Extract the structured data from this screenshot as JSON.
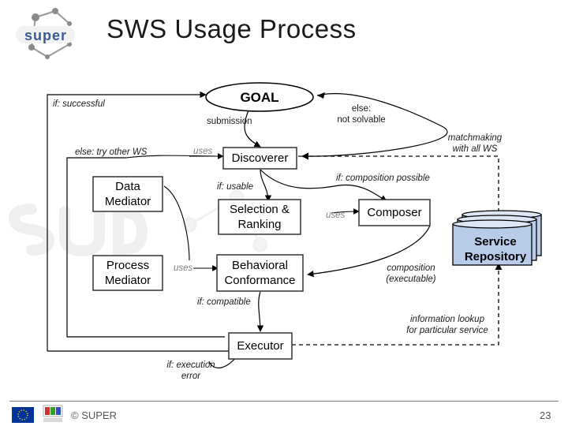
{
  "title": "SWS Usage Process",
  "logo_text": "super",
  "nodes": {
    "goal": "GOAL",
    "discoverer": "Discoverer",
    "data_mediator": "Data\nMediator",
    "selection": "Selection &\nRanking",
    "composer": "Composer",
    "process_mediator": "Process\nMediator",
    "behavioral": "Behavioral\nConformance",
    "service_repository": "Service\nRepository",
    "executor": "Executor"
  },
  "labels": {
    "if_successful": "if: successful",
    "submission": "submission",
    "else_not_solvable": "else:\nnot solvable",
    "matchmaking": "matchmaking\nwith all  WS",
    "else_try_other": "else: try other WS",
    "uses_1": "uses",
    "if_usable": "if: usable",
    "if_composition_possible": "if: composition possible",
    "uses_2": "uses",
    "uses_3": "uses",
    "composition_executable": "composition\n(executable)",
    "if_compatible": "if: compatible",
    "information_lookup": "information lookup\nfor particular service",
    "if_execution_error": "if: execution\nerror"
  },
  "footer": {
    "copyright": "© SUPER",
    "page_number": "23"
  },
  "colors": {
    "eu_flag": "#003399",
    "logo_orange": "#e8a33a",
    "logo_blue": "#3a5a9a"
  }
}
